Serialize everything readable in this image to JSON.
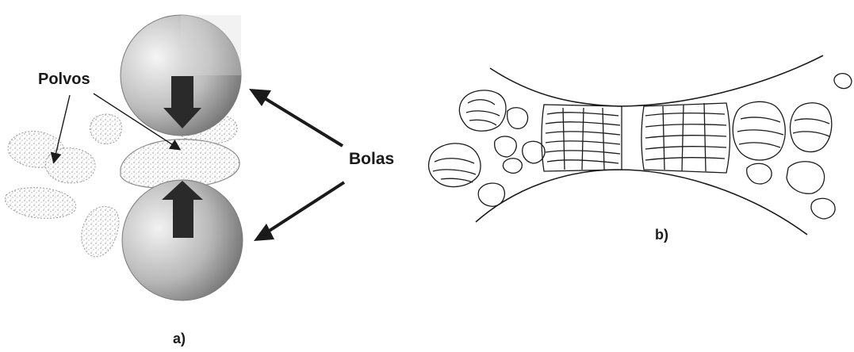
{
  "labels": {
    "powders": "Polvos",
    "balls": "Bolas",
    "panel_a": "a)",
    "panel_b": "b)"
  },
  "colors": {
    "ink": "#1a1a1a",
    "ball_light": "#f2f2f2",
    "ball_dark": "#6e6e6e",
    "arrow_fill": "#2a2a2a",
    "powder_speckle": "#8c8c8c"
  }
}
